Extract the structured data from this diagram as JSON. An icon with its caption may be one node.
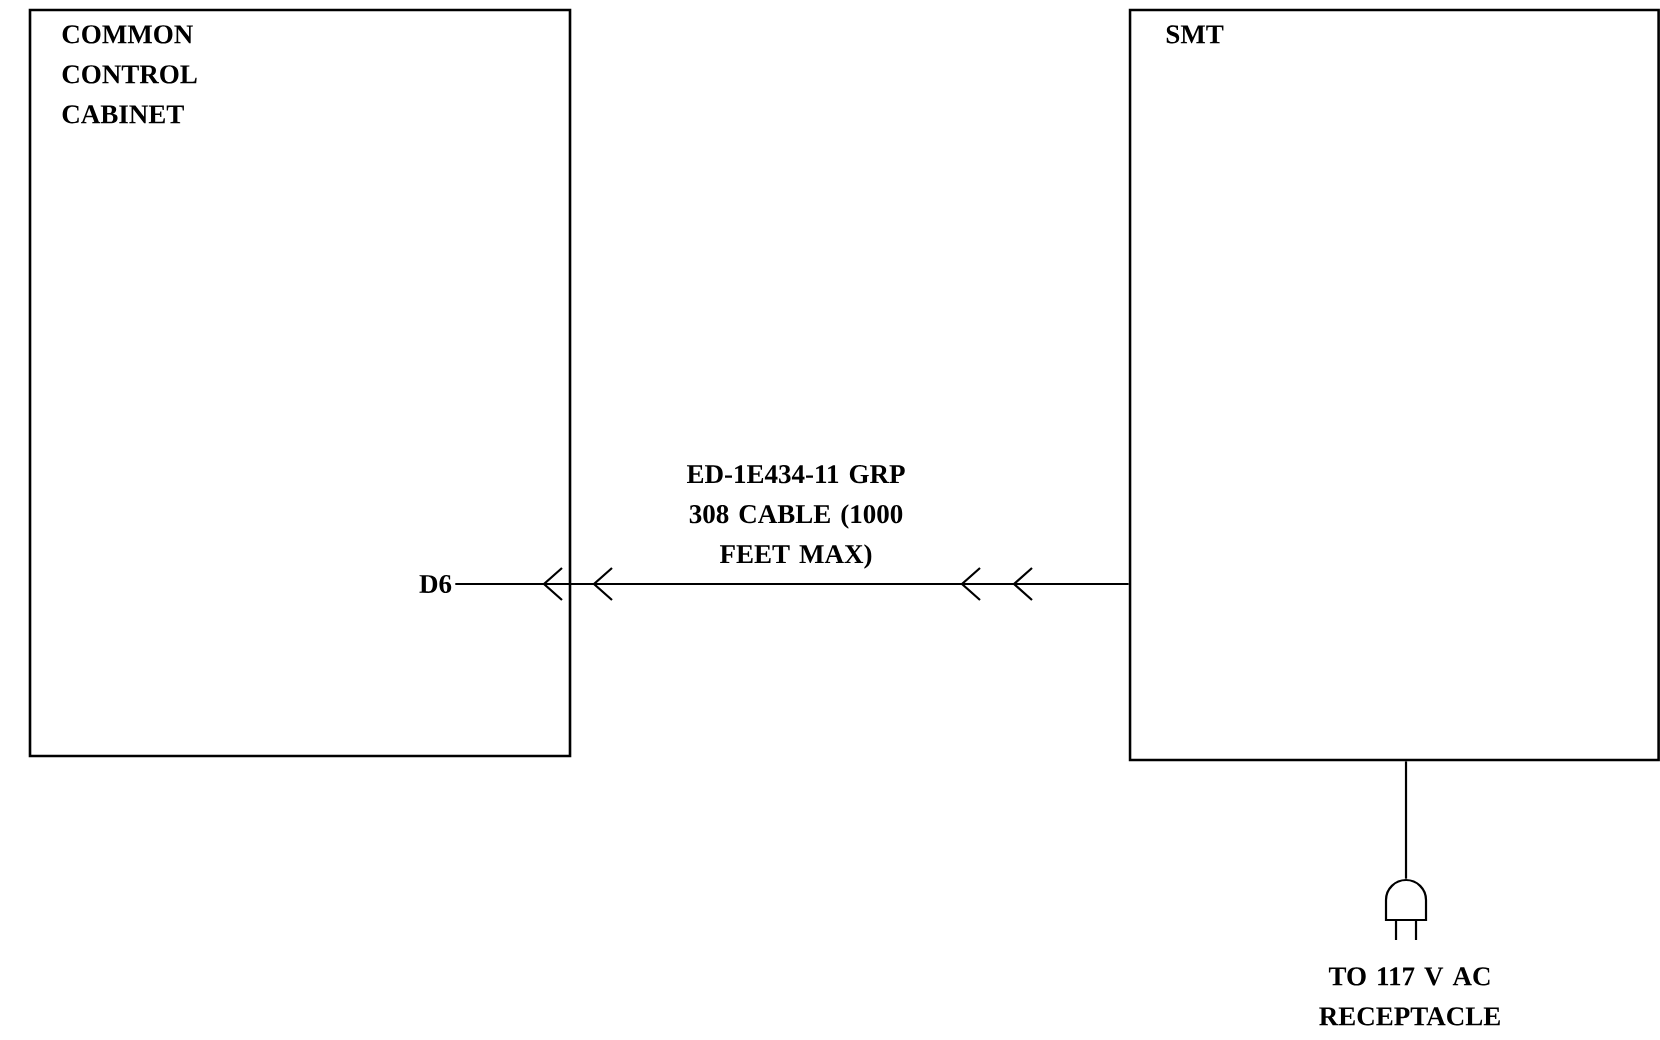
{
  "diagram": {
    "nodes": [
      {
        "text": [
          "COMMON CONTROL CABINET"
        ]
      },
      {
        "text": [
          "SMT"
        ]
      },
      {
        "text": [
          "D6"
        ],
        "in": 0
      },
      {
        "text": [],
        "shape": "picture",
        "beside": [
          "TO 117 V AC RECEPTACLE"
        ]
      }
    ],
    "edges": [
      {
        "from": 1,
        "to": 2,
        "arrow": "to",
        "label": "ED-1E434-11 GRP 308 CABLE (1000 FEET MAX)"
      },
      {
        "from": 1,
        "to": 3,
        "arrow": "none"
      }
    ]
  }
}
